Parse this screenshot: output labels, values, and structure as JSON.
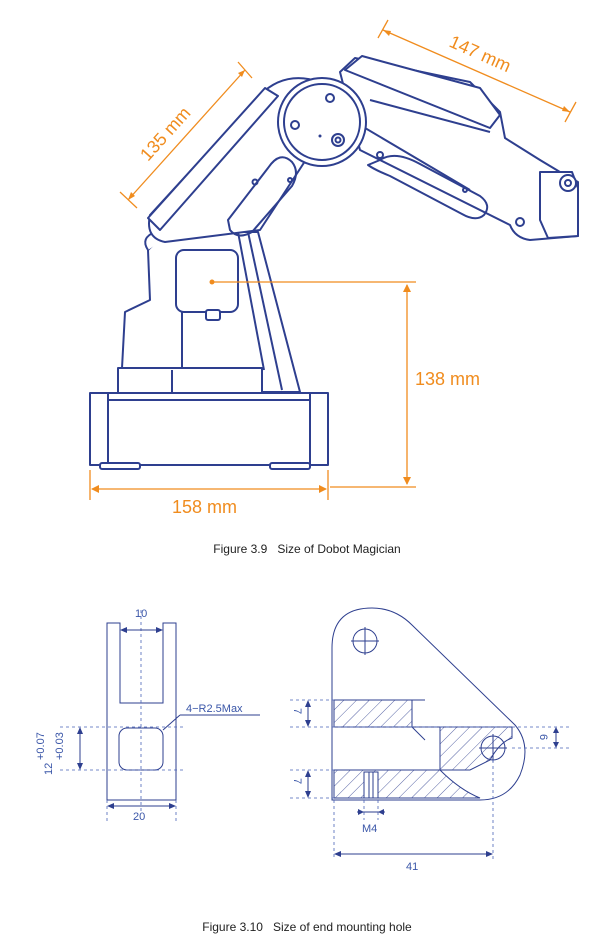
{
  "figure1": {
    "caption_number": "Figure 3.9",
    "caption_text": "Size of Dobot Magician",
    "dims": {
      "rear_arm": "135 mm",
      "forearm": "147 mm",
      "height": "138 mm",
      "base_width": "158 mm"
    }
  },
  "figure2": {
    "caption_number": "Figure 3.10",
    "caption_text": "Size of end mounting hole",
    "dims": {
      "top_width": "10",
      "bottom_width": "20",
      "radius": "4−R2.5Max",
      "hole_height": "12",
      "tol_plus": "+0.07",
      "tol_minus": "+0.03",
      "upper_thickness": "7",
      "lower_thickness": "7",
      "slot_height": "6",
      "screw": "M4",
      "length": "41"
    }
  },
  "colors": {
    "line": "#2e3f8f",
    "dimension": "#f08c1e",
    "detail": "#3a56a8"
  }
}
